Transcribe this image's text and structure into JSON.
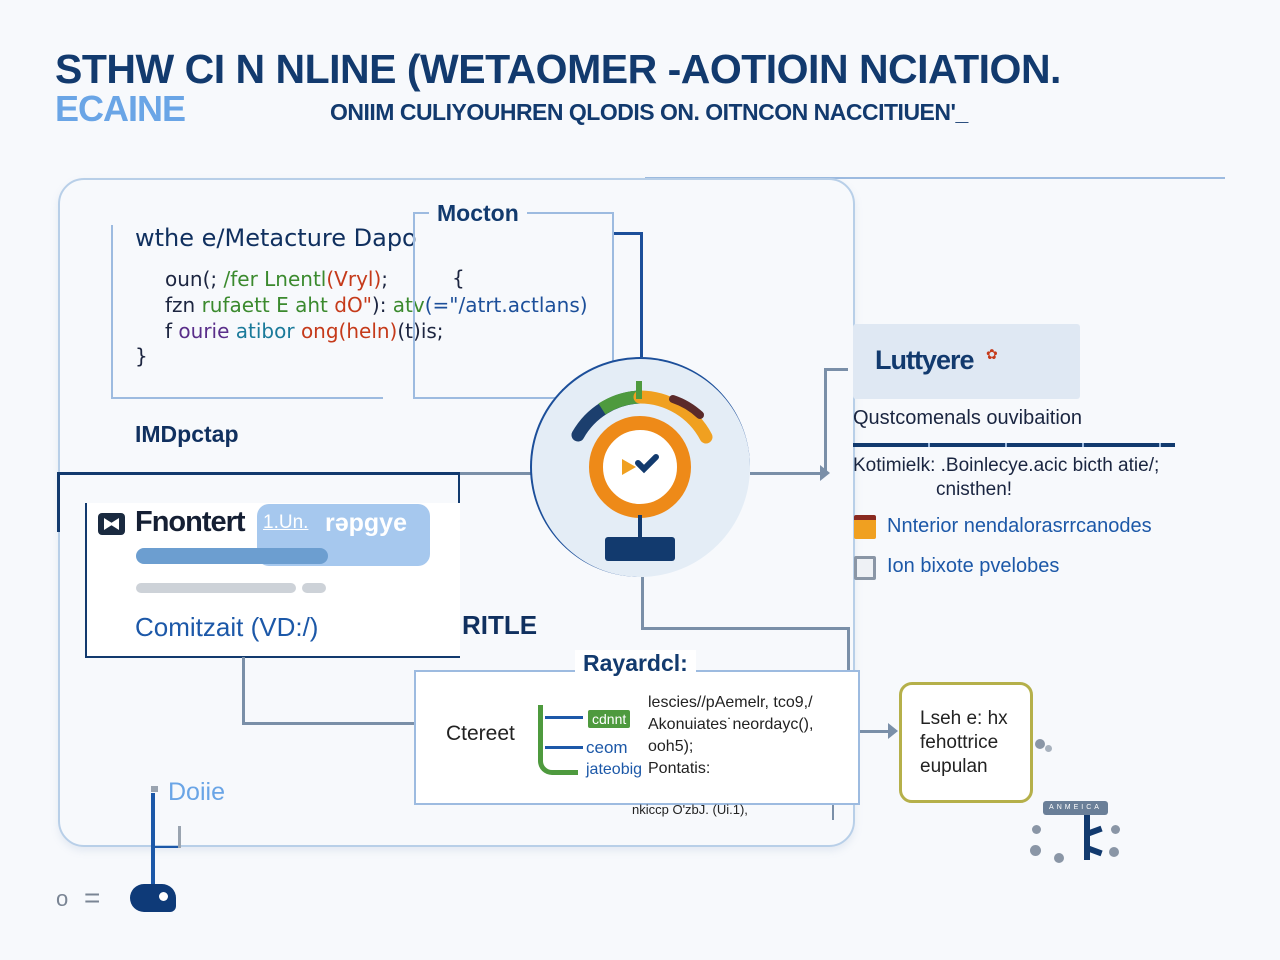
{
  "header": {
    "title": "STHW CI N  NLINE (WETAOMER -AOTIOIN NCIATION.",
    "logo": "ECAINE",
    "subtitle": "ONIIM CULIYOUHREN QLODIS ON. OITNCON NACCITIUEN'_"
  },
  "code_panel": {
    "title": "wthe e/Metacture Dapo",
    "lines": [
      [
        {
          "t": "oun(; ",
          "c": ""
        },
        {
          "t": "/fer  Lnentl",
          "c": "g"
        },
        {
          "t": "(Vryl)",
          "c": "r"
        },
        {
          "t": ";",
          "c": ""
        }
      ],
      [
        {
          "t": "fzn ",
          "c": ""
        },
        {
          "t": "rufaett  E aht ",
          "c": "g"
        },
        {
          "t": "dO\"",
          "c": "r"
        },
        {
          "t": "): ",
          "c": ""
        },
        {
          "t": "atv",
          "c": "g"
        },
        {
          "t": "(=\"/atrt.actlans)",
          "c": "b"
        }
      ],
      [
        {
          "t": "f ",
          "c": ""
        },
        {
          "t": "ourie ",
          "c": "p"
        },
        {
          "t": "atibor ",
          "c": "t"
        },
        {
          "t": "ong(heln)",
          "c": "r"
        },
        {
          "t": "(t)is;",
          "c": ""
        }
      ]
    ],
    "close_brace": "}",
    "open_brace": "{"
  },
  "mocton": {
    "label": "Mocton"
  },
  "impactap": "IMDpctap",
  "frontend": {
    "title": "Fnontert",
    "badge_link": "1.Un.",
    "badge_text": "rəpgye",
    "link": "Comitzait (VD:/)",
    "progress": 0.55
  },
  "ritle": "RITLE",
  "luttyere": {
    "title": "Luttyere",
    "subtitle": "Qustcomenals ouvibaition",
    "desc1": "Kotimielk: .Boinlecye.acic bicth atie/;",
    "desc2": "cnisthen!",
    "items": [
      {
        "label": "Nnterior nendalorasrrcanodes",
        "icon": "orange-doc-icon"
      },
      {
        "label": "Ion bixote pvelobes",
        "icon": "gray-doc-icon"
      }
    ]
  },
  "rayardcl": {
    "label": "Rayardcl:",
    "left": "Ctereet",
    "tags": [
      "cdnnt",
      "ceom",
      "jateobig"
    ],
    "lines": [
      "lescies//pAemelr,  tco9,/",
      "Akonuiates˙neordayc(),",
      "ooh5);",
      "Pontatis:"
    ],
    "below": "nkiccp  O'zbJ. (Ui.1),"
  },
  "note": {
    "line1": "Lseh e: hx",
    "line2": "fehottrice",
    "line3": "eupulan"
  },
  "doiie": "Doiie",
  "legend": {
    "zero": "o",
    "eq": "="
  },
  "badge": "ANMEICA",
  "colors": {
    "navy": "#123a6e",
    "light_blue": "#6aa5e6",
    "orange": "#f0a020",
    "green": "#4e9a3e"
  }
}
